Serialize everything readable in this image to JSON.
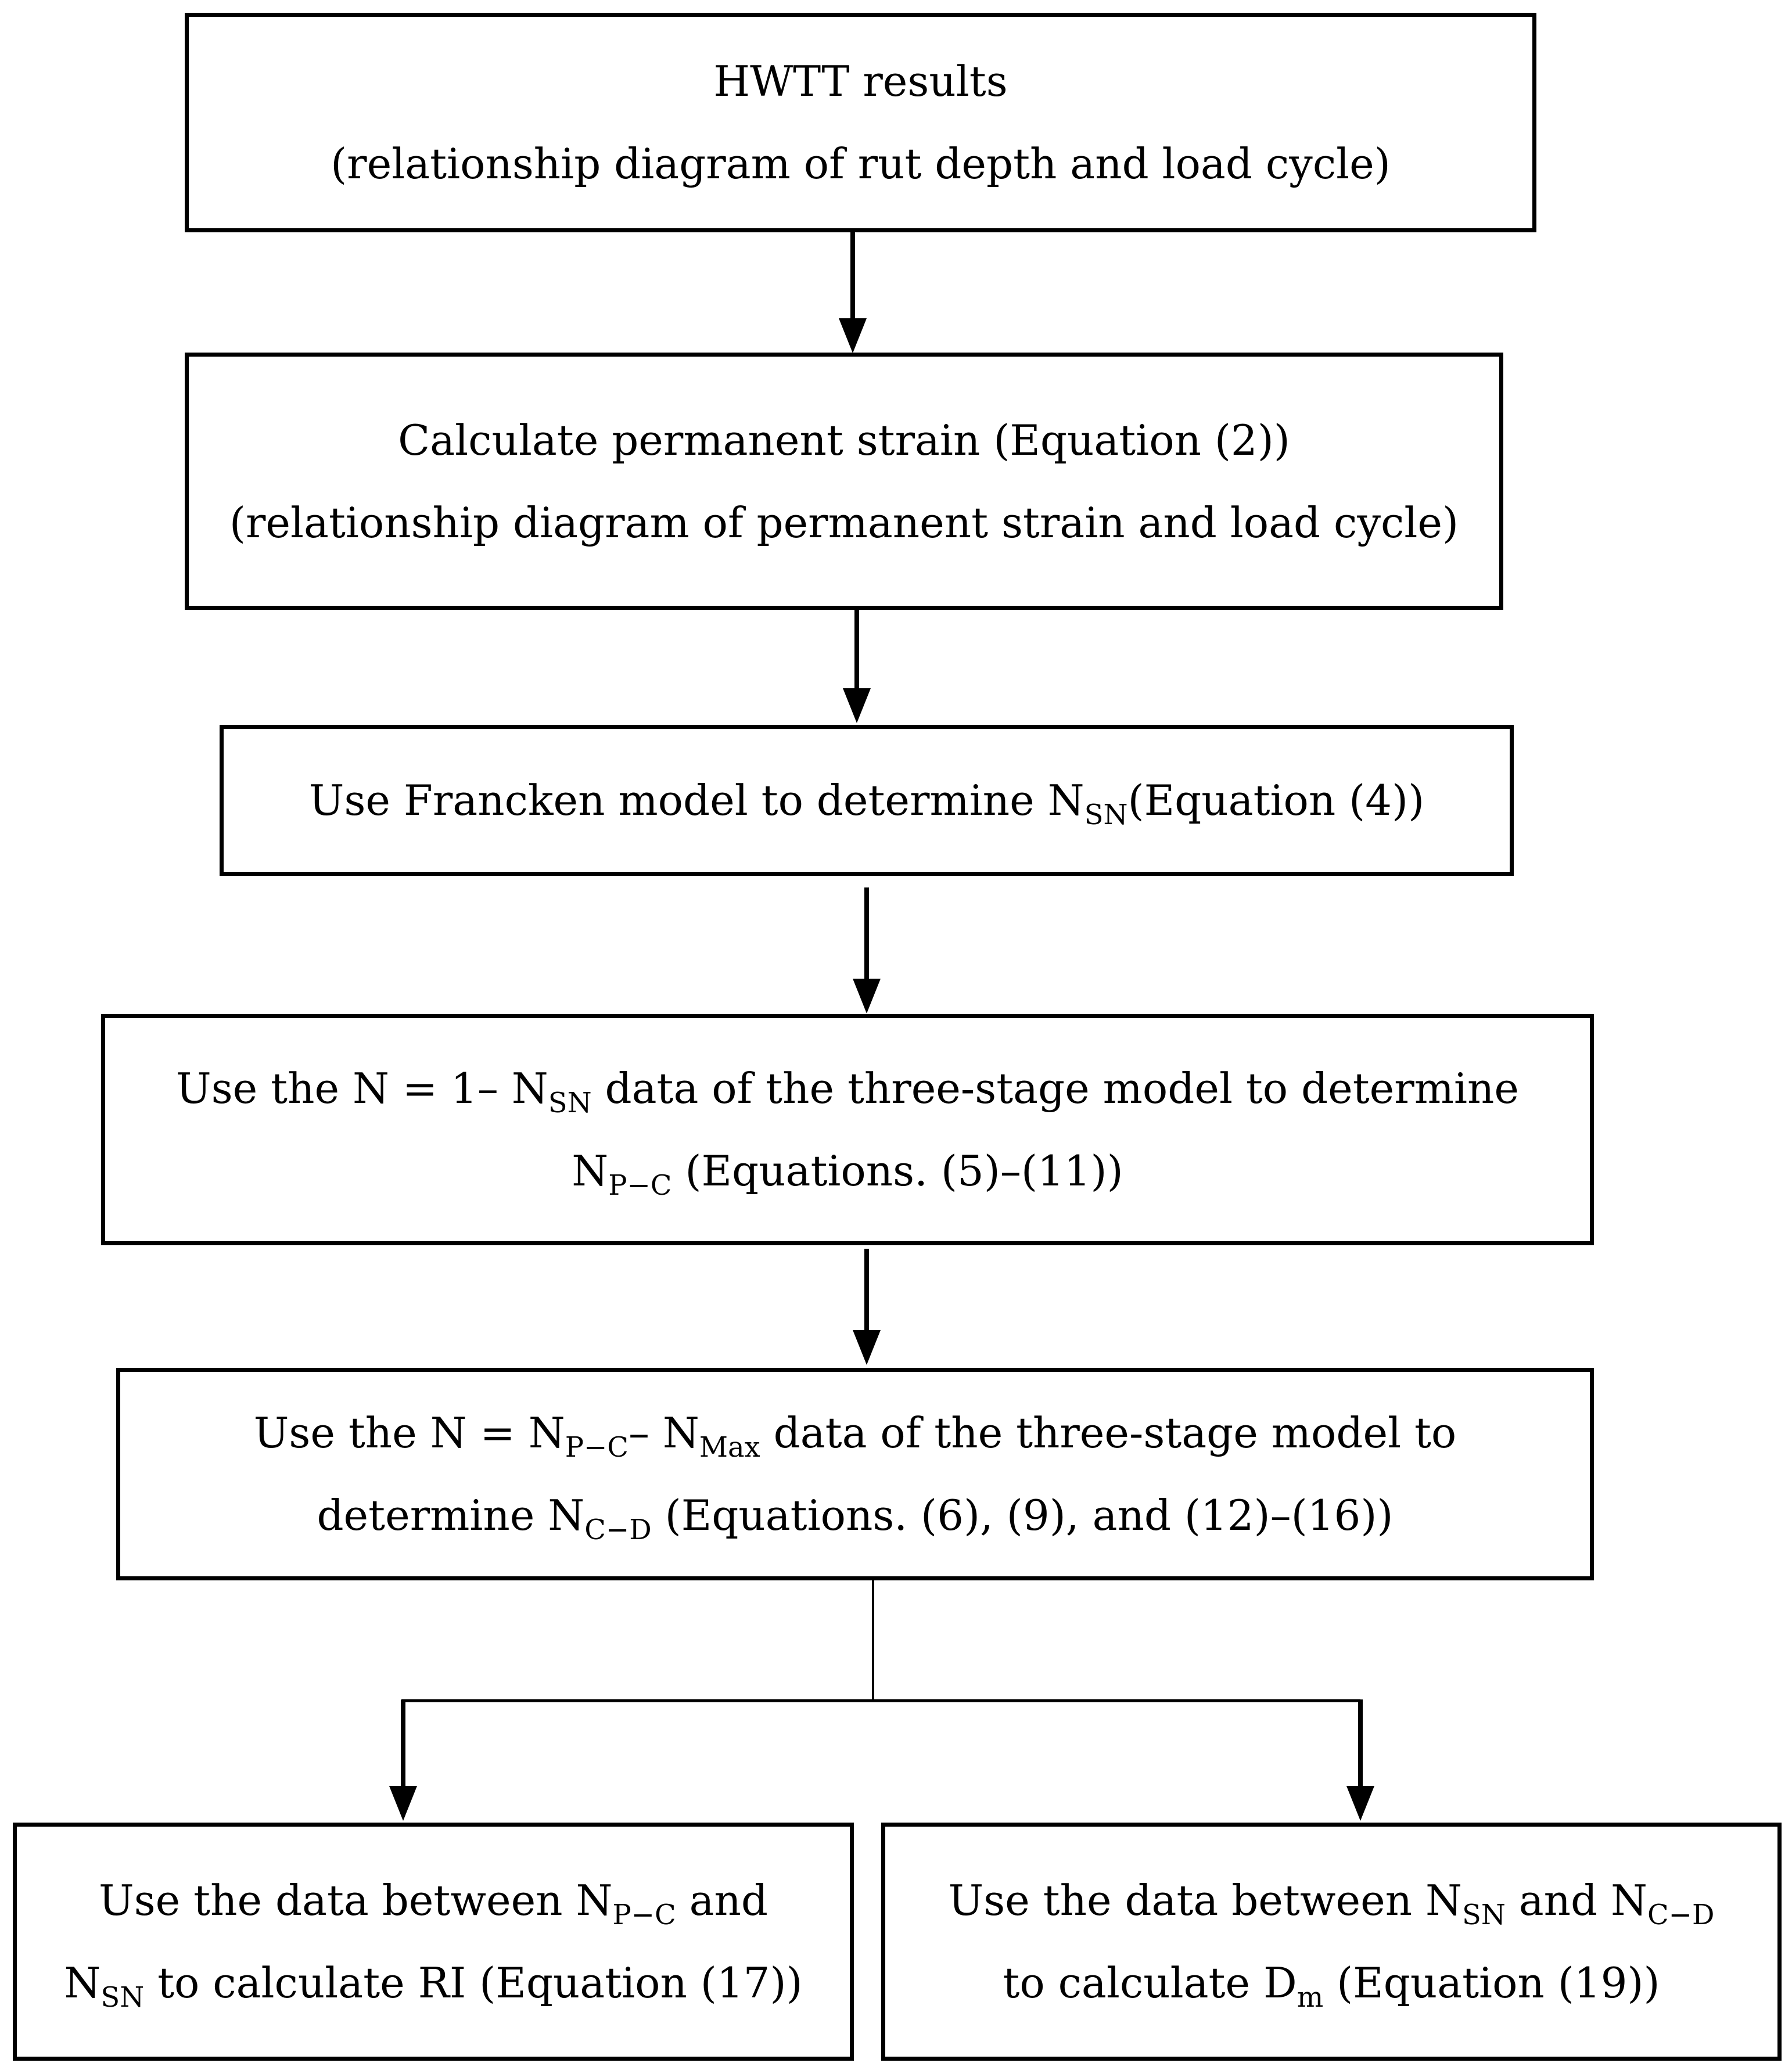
{
  "boxes": [
    {
      "id": "hwtt",
      "lines": [
        [
          "HWTT results"
        ],
        [
          "(relationship diagram of rut depth and load cycle)"
        ]
      ]
    },
    {
      "id": "strain",
      "lines": [
        [
          "Calculate permanent strain (Equation (2))"
        ],
        [
          "(relationship diagram of permanent strain and load cycle)"
        ]
      ]
    },
    {
      "id": "francken",
      "lines": [
        [
          "Use Francken model to determine ",
          {
            "m": "N",
            "s": "SN"
          },
          "(Equation (4))"
        ]
      ]
    },
    {
      "id": "npc",
      "lines": [
        [
          "Use the ",
          {
            "m": "N = 1– N",
            "s": "SN"
          },
          " data of the three-stage model to determine"
        ],
        [
          {
            "m": "N",
            "s": "P−C"
          },
          " (Equations. (5)–(11))"
        ]
      ]
    },
    {
      "id": "ncd",
      "lines": [
        [
          "Use the ",
          {
            "m": "N = N",
            "s": "P−C"
          },
          {
            "m": "– N",
            "s": "Max"
          },
          " data of the three-stage model to"
        ],
        [
          "determine ",
          {
            "m": "N",
            "s": "C−D"
          },
          " (Equations. (6), (9), and (12)–(16))"
        ]
      ]
    },
    {
      "id": "ri",
      "lines": [
        [
          "Use the data between ",
          {
            "m": "N",
            "s": "P−C"
          },
          " and"
        ],
        [
          {
            "m": "N",
            "s": "SN"
          },
          " to calculate ",
          {
            "m": "RI"
          },
          " (Equation (17))"
        ]
      ]
    },
    {
      "id": "dm",
      "lines": [
        [
          "Use the data between ",
          {
            "m": "N",
            "s": "SN"
          },
          " and ",
          {
            "m": "N",
            "s": "C−D"
          }
        ],
        [
          "to calculate ",
          {
            "m": "D",
            "s": "m"
          },
          " (Equation (19))"
        ]
      ]
    }
  ]
}
